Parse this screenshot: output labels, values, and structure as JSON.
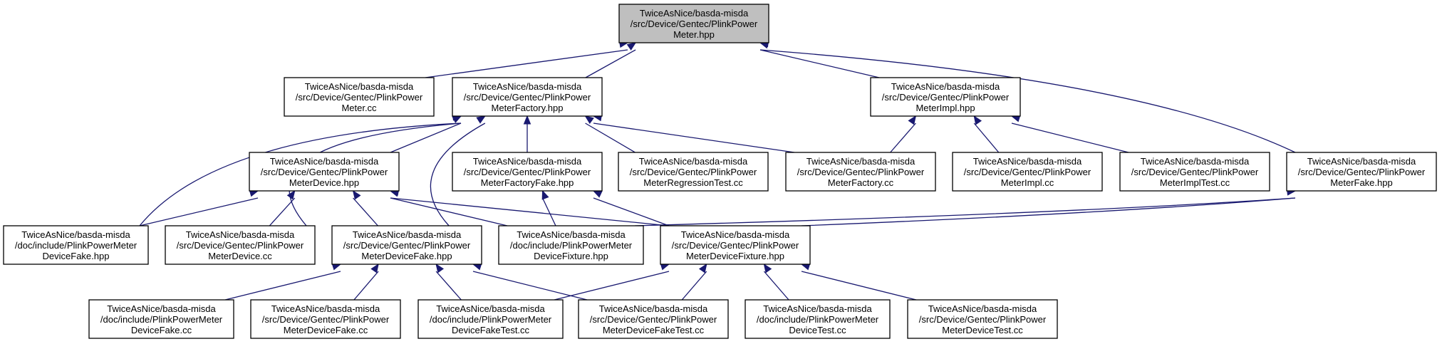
{
  "nodes": [
    {
      "id": "root",
      "lines": [
        "TwiceAsNice/basda-misda",
        "/src/Device/Gentec/PlinkPower",
        "Meter.hpp"
      ]
    },
    {
      "id": "cc",
      "lines": [
        "TwiceAsNice/basda-misda",
        "/src/Device/Gentec/PlinkPower",
        "Meter.cc"
      ]
    },
    {
      "id": "factory",
      "lines": [
        "TwiceAsNice/basda-misda",
        "/src/Device/Gentec/PlinkPower",
        "MeterFactory.hpp"
      ]
    },
    {
      "id": "impl",
      "lines": [
        "TwiceAsNice/basda-misda",
        "/src/Device/Gentec/PlinkPower",
        "MeterImpl.hpp"
      ]
    },
    {
      "id": "device",
      "lines": [
        "TwiceAsNice/basda-misda",
        "/src/Device/Gentec/PlinkPower",
        "MeterDevice.hpp"
      ]
    },
    {
      "id": "factoryfake",
      "lines": [
        "TwiceAsNice/basda-misda",
        "/src/Device/Gentec/PlinkPower",
        "MeterFactoryFake.hpp"
      ]
    },
    {
      "id": "regression",
      "lines": [
        "TwiceAsNice/basda-misda",
        "/src/Device/Gentec/PlinkPower",
        "MeterRegressionTest.cc"
      ]
    },
    {
      "id": "factorycc",
      "lines": [
        "TwiceAsNice/basda-misda",
        "/src/Device/Gentec/PlinkPower",
        "MeterFactory.cc"
      ]
    },
    {
      "id": "implcc",
      "lines": [
        "TwiceAsNice/basda-misda",
        "/src/Device/Gentec/PlinkPower",
        "MeterImpl.cc"
      ]
    },
    {
      "id": "impltest",
      "lines": [
        "TwiceAsNice/basda-misda",
        "/src/Device/Gentec/PlinkPower",
        "MeterImplTest.cc"
      ]
    },
    {
      "id": "fake",
      "lines": [
        "TwiceAsNice/basda-misda",
        "/src/Device/Gentec/PlinkPower",
        "MeterFake.hpp"
      ]
    },
    {
      "id": "docdevfake",
      "lines": [
        "TwiceAsNice/basda-misda",
        "/doc/include/PlinkPowerMeter",
        "DeviceFake.hpp"
      ]
    },
    {
      "id": "devicecc",
      "lines": [
        "TwiceAsNice/basda-misda",
        "/src/Device/Gentec/PlinkPower",
        "MeterDevice.cc"
      ]
    },
    {
      "id": "devicefake",
      "lines": [
        "TwiceAsNice/basda-misda",
        "/src/Device/Gentec/PlinkPower",
        "MeterDeviceFake.hpp"
      ]
    },
    {
      "id": "docfixture",
      "lines": [
        "TwiceAsNice/basda-misda",
        "/doc/include/PlinkPowerMeter",
        "DeviceFixture.hpp"
      ]
    },
    {
      "id": "fixture",
      "lines": [
        "TwiceAsNice/basda-misda",
        "/src/Device/Gentec/PlinkPower",
        "MeterDeviceFixture.hpp"
      ]
    },
    {
      "id": "docfakecc",
      "lines": [
        "TwiceAsNice/basda-misda",
        "/doc/include/PlinkPowerMeter",
        "DeviceFake.cc"
      ]
    },
    {
      "id": "devfakecc",
      "lines": [
        "TwiceAsNice/basda-misda",
        "/src/Device/Gentec/PlinkPower",
        "MeterDeviceFake.cc"
      ]
    },
    {
      "id": "docfaketest",
      "lines": [
        "TwiceAsNice/basda-misda",
        "/doc/include/PlinkPowerMeter",
        "DeviceFakeTest.cc"
      ]
    },
    {
      "id": "devfaketest",
      "lines": [
        "TwiceAsNice/basda-misda",
        "/src/Device/Gentec/PlinkPower",
        "MeterDeviceFakeTest.cc"
      ]
    },
    {
      "id": "docdevtest",
      "lines": [
        "TwiceAsNice/basda-misda",
        "/doc/include/PlinkPowerMeter",
        "DeviceTest.cc"
      ]
    },
    {
      "id": "devtest",
      "lines": [
        "TwiceAsNice/basda-misda",
        "/src/Device/Gentec/PlinkPower",
        "MeterDeviceTest.cc"
      ]
    }
  ],
  "edges": [
    [
      "cc",
      "root"
    ],
    [
      "factory",
      "root"
    ],
    [
      "impl",
      "root"
    ],
    [
      "fake",
      "root"
    ],
    [
      "device",
      "factory"
    ],
    [
      "factoryfake",
      "factory"
    ],
    [
      "regression",
      "factory"
    ],
    [
      "factorycc",
      "factory"
    ],
    [
      "docdevfake",
      "factory"
    ],
    [
      "devicecc",
      "factory"
    ],
    [
      "devicefake",
      "factory"
    ],
    [
      "factorycc",
      "impl"
    ],
    [
      "implcc",
      "impl"
    ],
    [
      "impltest",
      "impl"
    ],
    [
      "docdevfake",
      "device"
    ],
    [
      "devicecc",
      "device"
    ],
    [
      "devicefake",
      "device"
    ],
    [
      "docfixture",
      "device"
    ],
    [
      "fixture",
      "device"
    ],
    [
      "docfixture",
      "factoryfake"
    ],
    [
      "fixture",
      "factoryfake"
    ],
    [
      "docfixture",
      "fake"
    ],
    [
      "fixture",
      "fake"
    ],
    [
      "docfakecc",
      "devicefake"
    ],
    [
      "devfakecc",
      "devicefake"
    ],
    [
      "docfaketest",
      "devicefake"
    ],
    [
      "devfaketest",
      "devicefake"
    ],
    [
      "docfaketest",
      "fixture"
    ],
    [
      "devfaketest",
      "fixture"
    ],
    [
      "docdevtest",
      "fixture"
    ],
    [
      "devtest",
      "fixture"
    ]
  ]
}
